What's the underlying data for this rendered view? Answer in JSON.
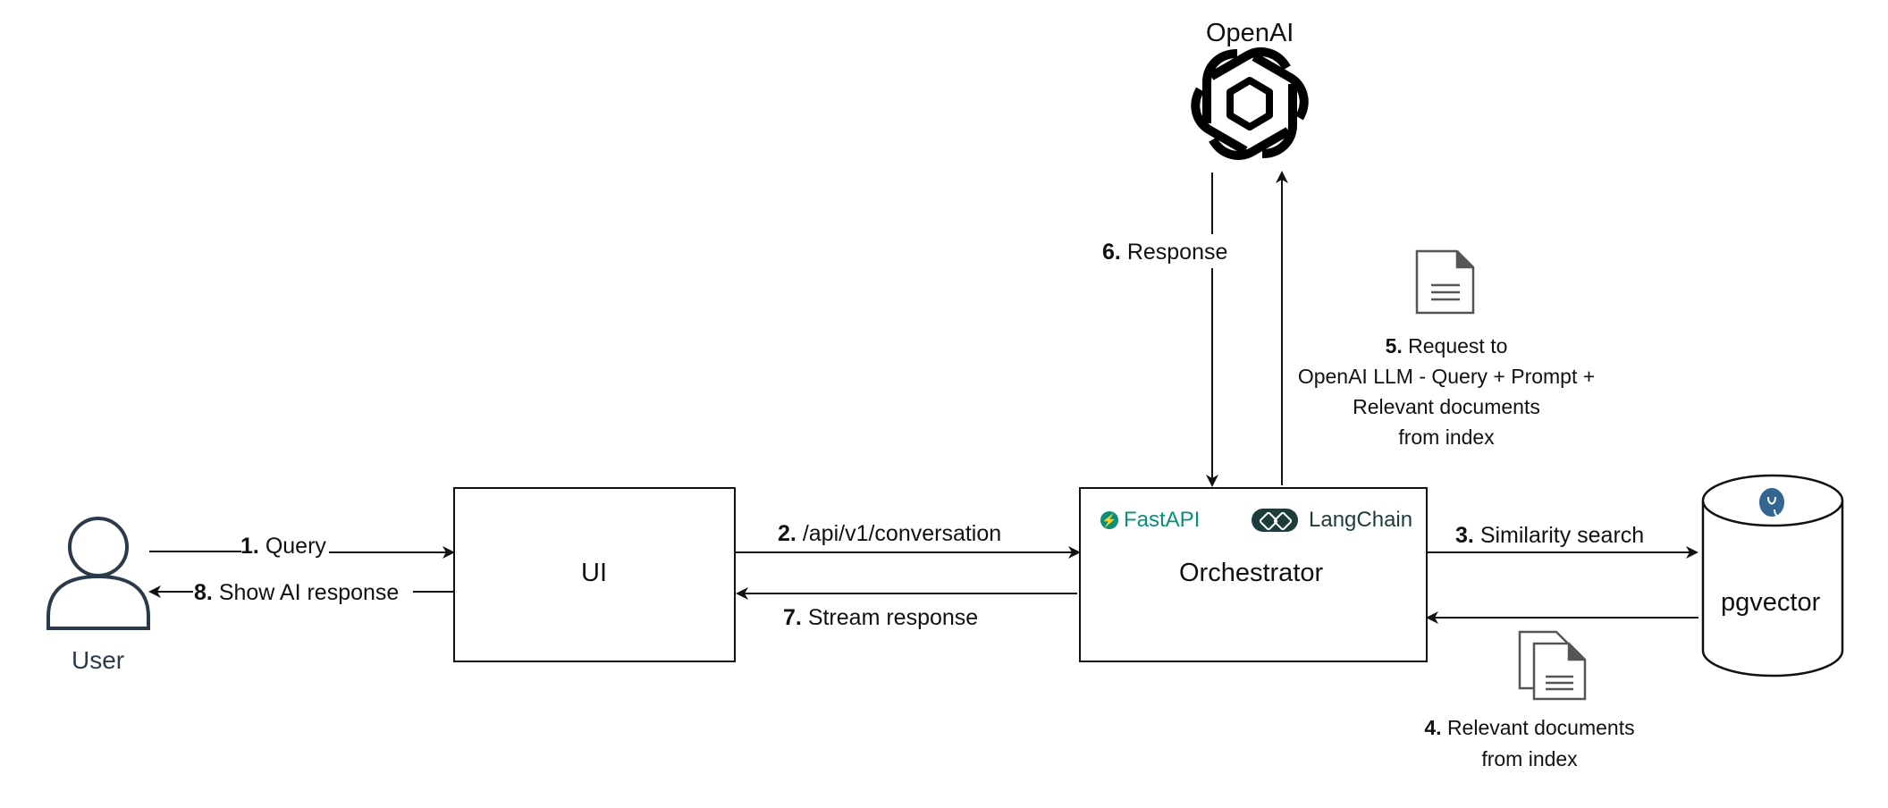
{
  "actors": {
    "user_label": "User",
    "openai_label": "OpenAI"
  },
  "boxes": {
    "ui_label": "UI",
    "orchestrator_label": "Orchestrator",
    "fastapi_label": "FastAPI",
    "langchain_label": "LangChain",
    "pgvector_label": "pgvector"
  },
  "steps": {
    "s1": {
      "num": "1.",
      "text": "Query"
    },
    "s2": {
      "num": "2.",
      "text": "/api/v1/conversation"
    },
    "s3": {
      "num": "3.",
      "text": "Similarity search"
    },
    "s4": {
      "num": "4.",
      "text": "Relevant documents",
      "line2": "from index"
    },
    "s5": {
      "num": "5.",
      "text": "Request to",
      "line2": "OpenAI LLM - Query + Prompt +",
      "line3": "Relevant documents",
      "line4": "from index"
    },
    "s6": {
      "num": "6.",
      "text": "Response"
    },
    "s7": {
      "num": "7.",
      "text": "Stream response"
    },
    "s8": {
      "num": "8.",
      "text": "Show AI response"
    }
  },
  "icons": {
    "user": "user-icon",
    "openai": "openai-logo-icon",
    "react": "react-icon",
    "document": "document-icon",
    "documents": "documents-stack-icon",
    "postgres": "postgres-elephant-icon"
  },
  "colors": {
    "line": "#111111",
    "user_icon": "#2b3a4a",
    "react": "#3fa7d6",
    "fastapi": "#0a8f79",
    "langchain": "#1d3d3b",
    "postgres": "#336791"
  }
}
